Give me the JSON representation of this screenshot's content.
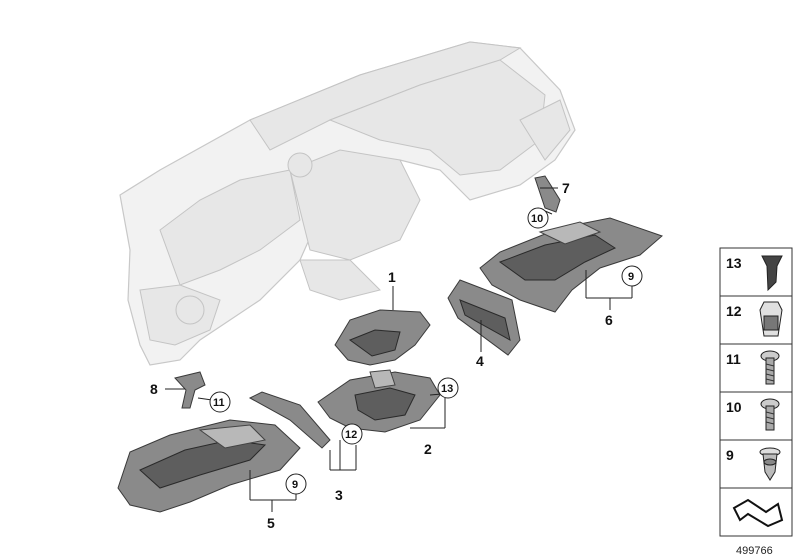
{
  "callouts": {
    "c1": "1",
    "c2": "2",
    "c3": "3",
    "c4": "4",
    "c5": "5",
    "c6": "6",
    "c7": "7",
    "c8": "8",
    "c9a": "9",
    "c9b": "9",
    "c10": "10",
    "c11": "11",
    "c12": "12",
    "c13": "13"
  },
  "legend": {
    "items": [
      {
        "label": "13",
        "icon": "screw-grommet-icon"
      },
      {
        "label": "12",
        "icon": "clip-nut-icon"
      },
      {
        "label": "11",
        "icon": "torx-screw-icon"
      },
      {
        "label": "10",
        "icon": "torx-screw-short-icon"
      },
      {
        "label": "9",
        "icon": "expanding-rivet-icon"
      }
    ]
  },
  "doc_id": "499766"
}
